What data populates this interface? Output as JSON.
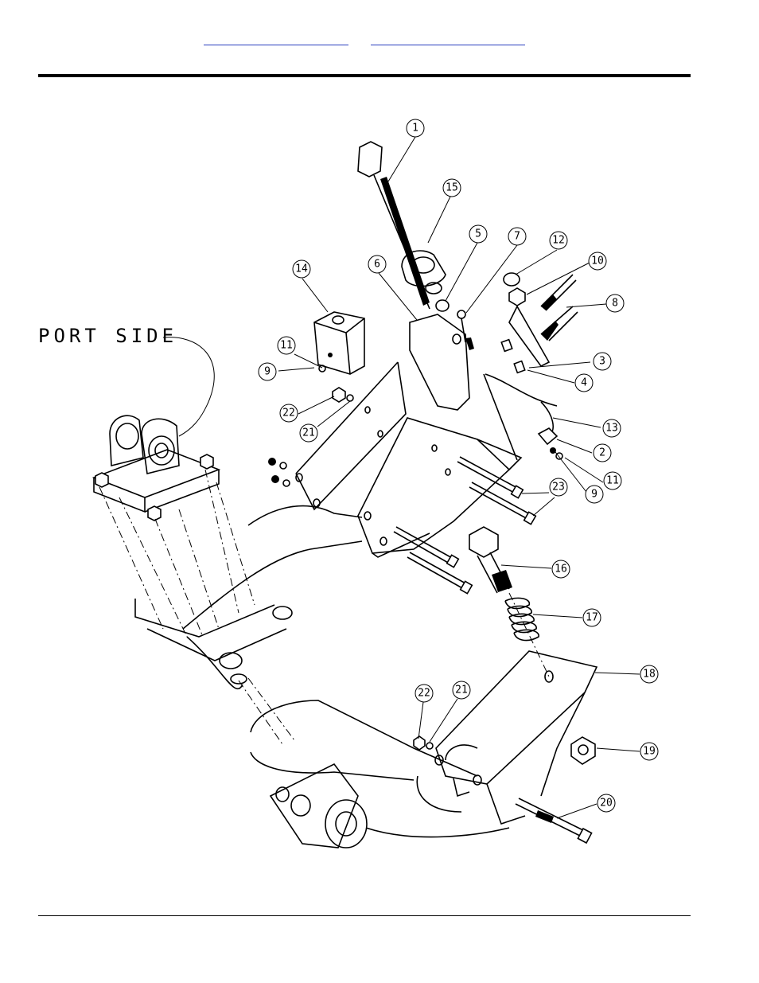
{
  "header": {
    "link_a": "",
    "link_b": ""
  },
  "diagram": {
    "label": "PORT SIDE",
    "callouts": [
      "1",
      "15",
      "5",
      "7",
      "12",
      "10",
      "8",
      "14",
      "6",
      "11",
      "9",
      "22",
      "21",
      "3",
      "4",
      "13",
      "2",
      "9",
      "11",
      "23",
      "16",
      "17",
      "18",
      "22",
      "21",
      "19",
      "20"
    ]
  }
}
